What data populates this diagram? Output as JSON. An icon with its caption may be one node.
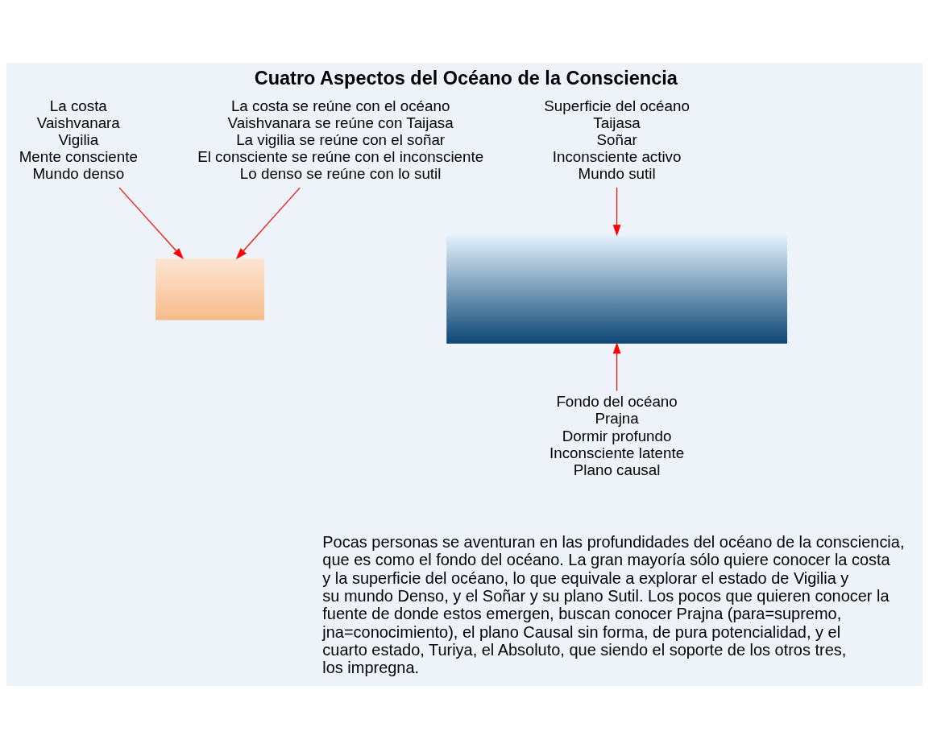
{
  "diagram": {
    "title": "Cuatro Aspectos del Océano de la Consciencia",
    "caption": "Pocas personas se aventuran en las profundidades del océano de la consciencia, que es como el fondo del océano. La gran mayoría sólo quiere conocer la costa y la superficie del océano, lo que equivale a explorar el estado de Vigilia y su mundo Denso, y el Soñar y su plano Sutil. Los pocos que quieren conocer la fuente de donde estos emergen, buscan conocer Prajna (para=supremo, jna=conocimiento), el plano Causal sin forma, de pura potencialidad, y el cuarto estado, Turiya, el Absoluto, que siendo el soporte de los otros tres, los impregna.",
    "nodes": [
      {
        "text": [
          "La costa",
          "Vaishvanara",
          "Vigilia",
          "Mente consciente",
          "Mundo denso"
        ]
      },
      {
        "text": [
          "La costa se reúne con el océano",
          "Vaishvanara se reúne con Taijasa",
          "La vigilia se reúne con el soñar",
          "El consciente se reúne con el inconsciente",
          "Lo denso se reúne con lo sutil"
        ]
      },
      {
        "text": [
          "Superficie del océano",
          "Taijasa",
          "Soñar",
          "Inconsciente activo",
          "Mundo sutil"
        ]
      },
      {
        "text": [],
        "shape": "box"
      },
      {
        "text": [],
        "shape": "box"
      },
      {
        "text": [
          "Fondo del océano",
          "Prajna",
          "Dormir profundo",
          "Inconsciente latente",
          "Plano causal"
        ]
      }
    ],
    "edges": [
      {
        "from": 0,
        "to": 3,
        "arrow": "to"
      },
      {
        "from": 1,
        "to": 3,
        "arrow": "to"
      },
      {
        "from": 2,
        "to": 4,
        "arrow": "to"
      },
      {
        "from": 5,
        "to": 4,
        "arrow": "to"
      }
    ]
  }
}
